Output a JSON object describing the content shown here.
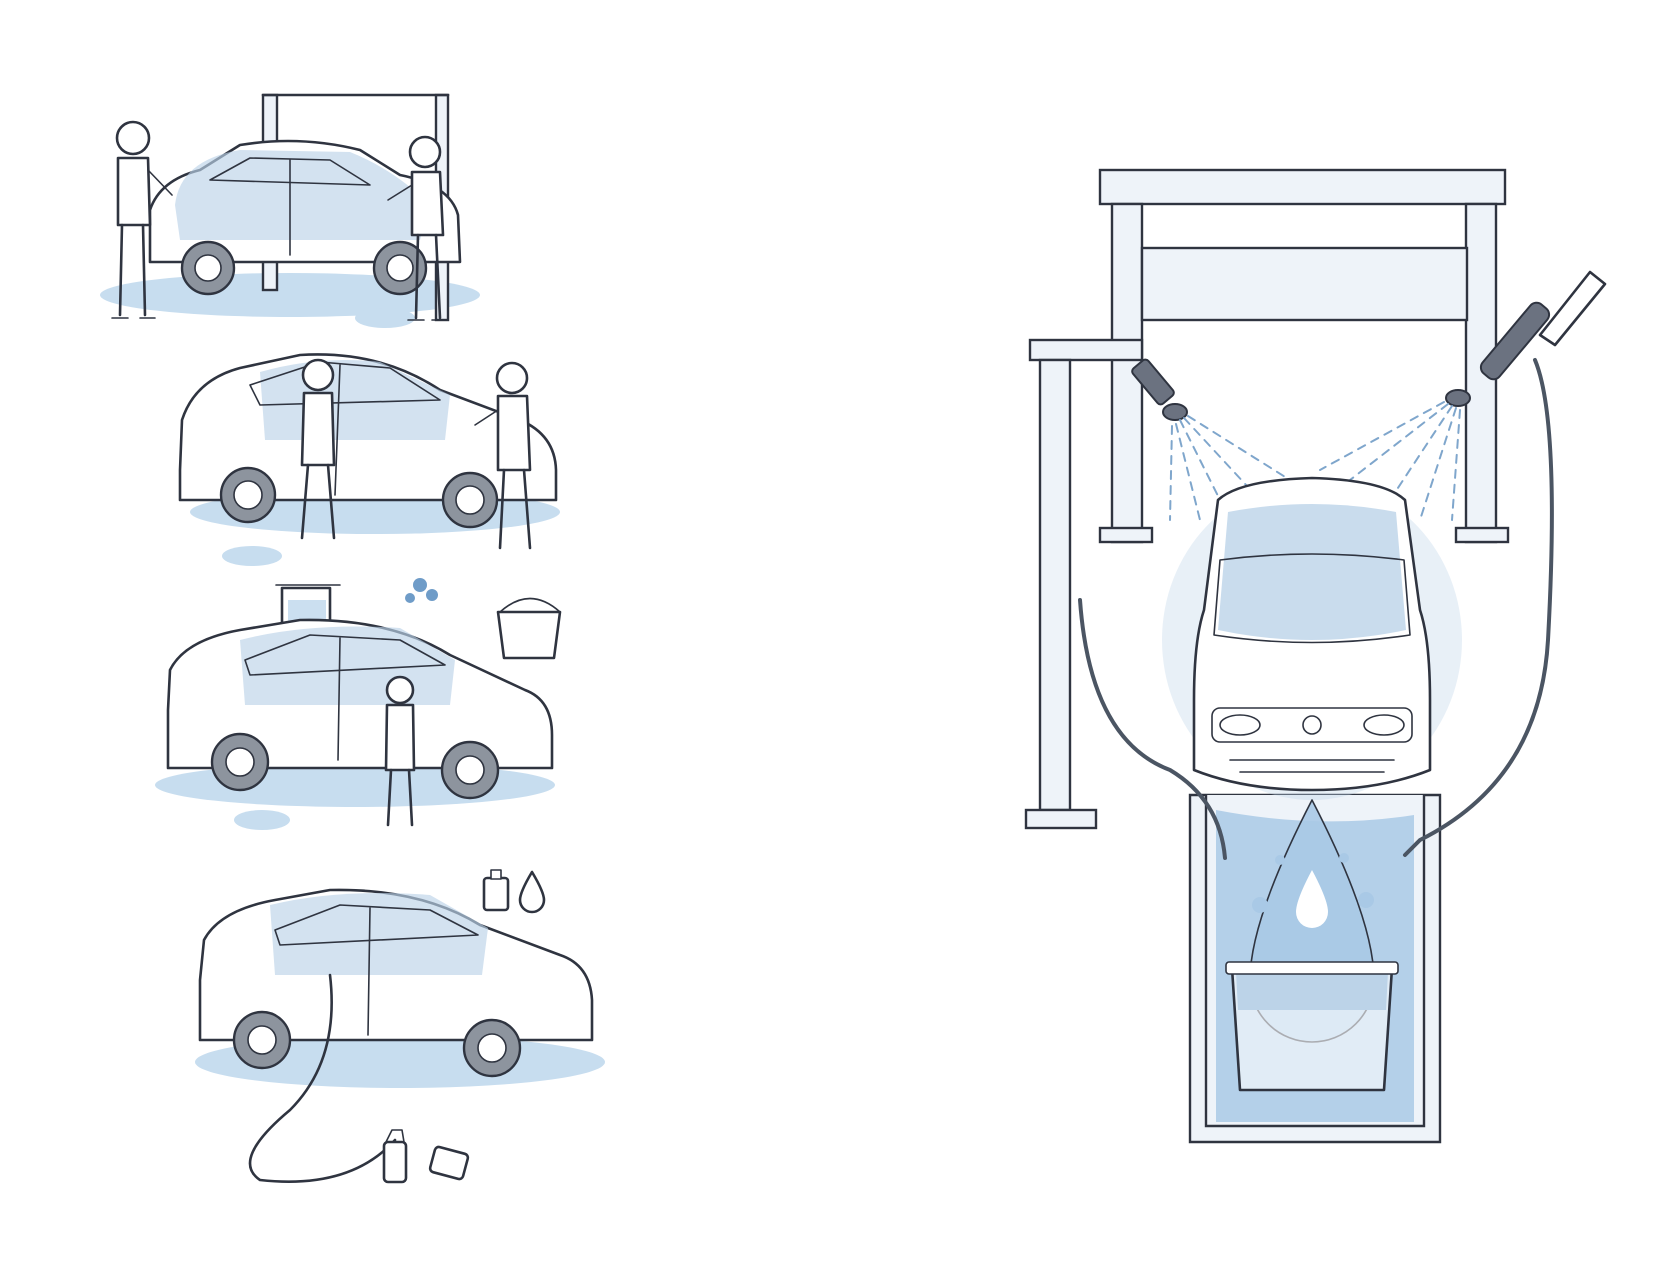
{
  "colors": {
    "ink": "#2f3440",
    "foam": "#bcd3e8",
    "water": "#a9c9e6",
    "frame": "#eef3f9",
    "background": "#ffffff"
  },
  "left_panel": {
    "scenes": [
      {
        "name": "scene-two-people-hand-wash",
        "icons": [
          "car-icon",
          "person-icon",
          "person-icon",
          "pole-icon"
        ]
      },
      {
        "name": "scene-spray-wash",
        "icons": [
          "car-icon",
          "person-icon",
          "person-icon"
        ]
      },
      {
        "name": "scene-bucket-wash",
        "icons": [
          "car-icon",
          "person-icon",
          "bucket-icon",
          "bucket-icon"
        ]
      },
      {
        "name": "scene-hose-wash",
        "icons": [
          "car-icon",
          "hose-icon",
          "spray-bottle-icon",
          "sponge-icon",
          "bottle-icon",
          "droplet-icon"
        ]
      }
    ]
  },
  "right_panel": {
    "name": "automatic-wash-bay",
    "icons": [
      "gantry-icon",
      "car-icon",
      "spray-nozzle-icon",
      "spray-nozzle-icon",
      "hose-icon",
      "water-drop-icon",
      "tub-icon"
    ]
  }
}
